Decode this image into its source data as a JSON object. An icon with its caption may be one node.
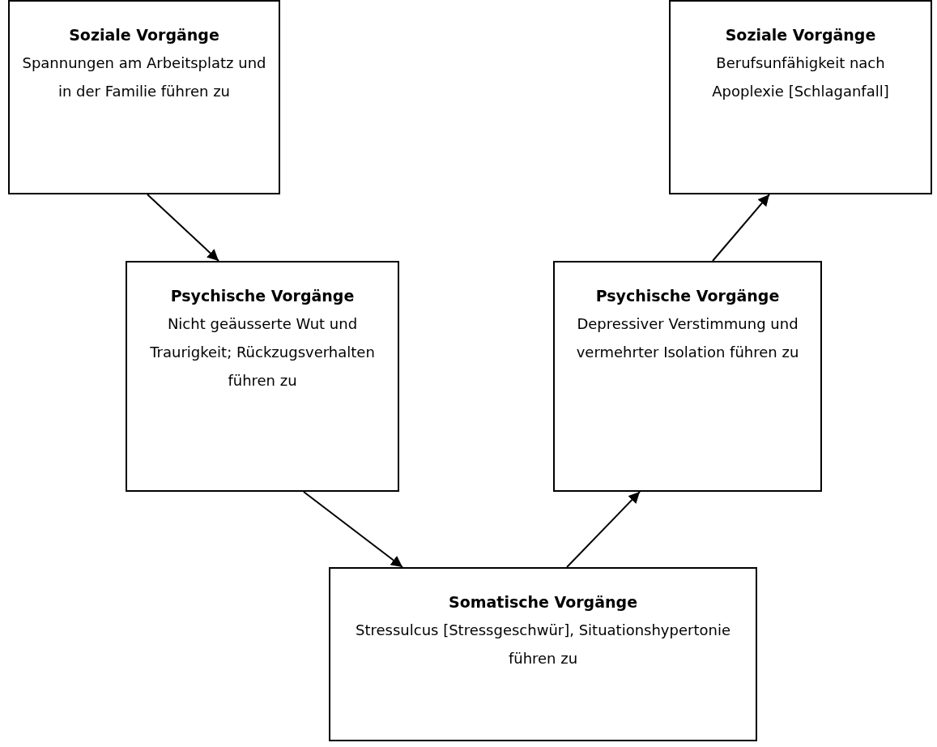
{
  "diagram": {
    "nodes": [
      {
        "text": [
          "Soziale Vorgänge",
          "Spannungen am Arbeitsplatz und in der Familie führen zu"
        ]
      },
      {
        "text": [
          "Soziale Vorgänge",
          "Berufsunfähigkeit nach Apoplexie [Schlaganfall]"
        ]
      },
      {
        "text": [
          "Psychische Vorgänge",
          "Nicht geäusserte Wut und Traurigkeit; Rückzugsverhalten führen zu"
        ]
      },
      {
        "text": [
          "Psychische Vorgänge",
          "Depressiver Verstimmung und vermehrter Isolation führen zu"
        ]
      },
      {
        "text": [
          "Somatische Vorgänge",
          "Stressulcus [Stressgeschwür], Situationshypertonie führen zu"
        ]
      }
    ],
    "edges": [
      {
        "from": 0,
        "to": 2,
        "arrow": "to"
      },
      {
        "from": 2,
        "to": 4,
        "arrow": "to"
      },
      {
        "from": 4,
        "to": 3,
        "arrow": "to"
      },
      {
        "from": 3,
        "to": 1,
        "arrow": "to"
      }
    ]
  }
}
